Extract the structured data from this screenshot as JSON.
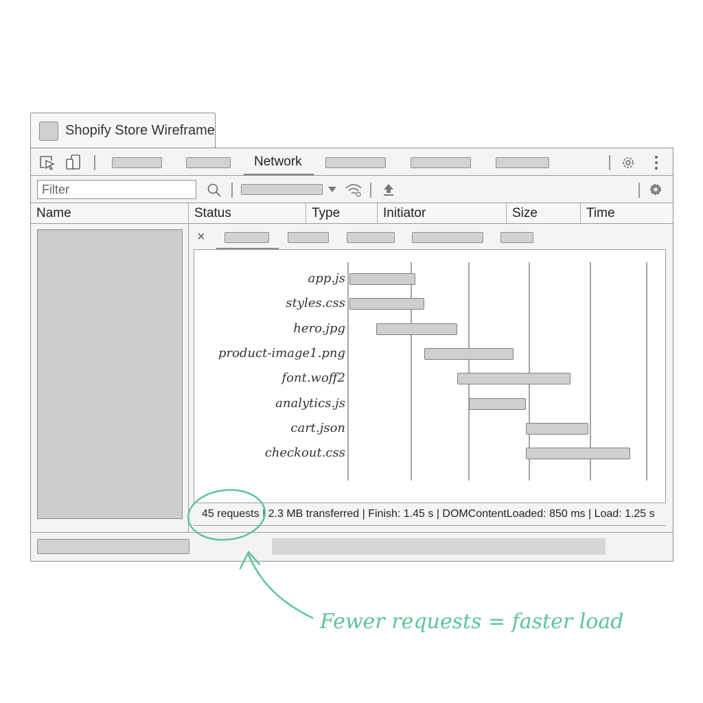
{
  "window": {
    "title": "Shopify Store Wireframe"
  },
  "toolbar": {
    "active_tab": "Network",
    "icons": [
      "inspect-icon",
      "device-icon",
      "gear-icon",
      "kebab-menu-icon"
    ]
  },
  "filterbar": {
    "filter_placeholder": "Filter",
    "icons": [
      "search-icon",
      "dropdown-icon",
      "wifi-throttle-icon",
      "upload-icon",
      "gear-icon"
    ]
  },
  "columns": [
    "Name",
    "Status",
    "Type",
    "Initiator",
    "Size",
    "Time"
  ],
  "detail": {
    "close_glyph": "×"
  },
  "waterfall": {
    "requests": [
      {
        "name": "app.js",
        "start": 0.0,
        "end": 0.22
      },
      {
        "name": "styles.css",
        "start": 0.0,
        "end": 0.25
      },
      {
        "name": "hero.jpg",
        "start": 0.09,
        "end": 0.36
      },
      {
        "name": "product-image1.png",
        "start": 0.25,
        "end": 0.55
      },
      {
        "name": "font.woff2",
        "start": 0.36,
        "end": 0.74
      },
      {
        "name": "analytics.js",
        "start": 0.4,
        "end": 0.59
      },
      {
        "name": "cart.json",
        "start": 0.59,
        "end": 0.8
      },
      {
        "name": "checkout.css",
        "start": 0.59,
        "end": 0.94
      }
    ]
  },
  "summary": {
    "requests": "45 requests",
    "rest": "| 2.3 MB transferred | Finish: 1.45 s | DOMContentLoaded: 850 ms | Load: 1.25 s"
  },
  "annotation": {
    "text": "Fewer requests = faster load",
    "color": "#5cc497"
  }
}
